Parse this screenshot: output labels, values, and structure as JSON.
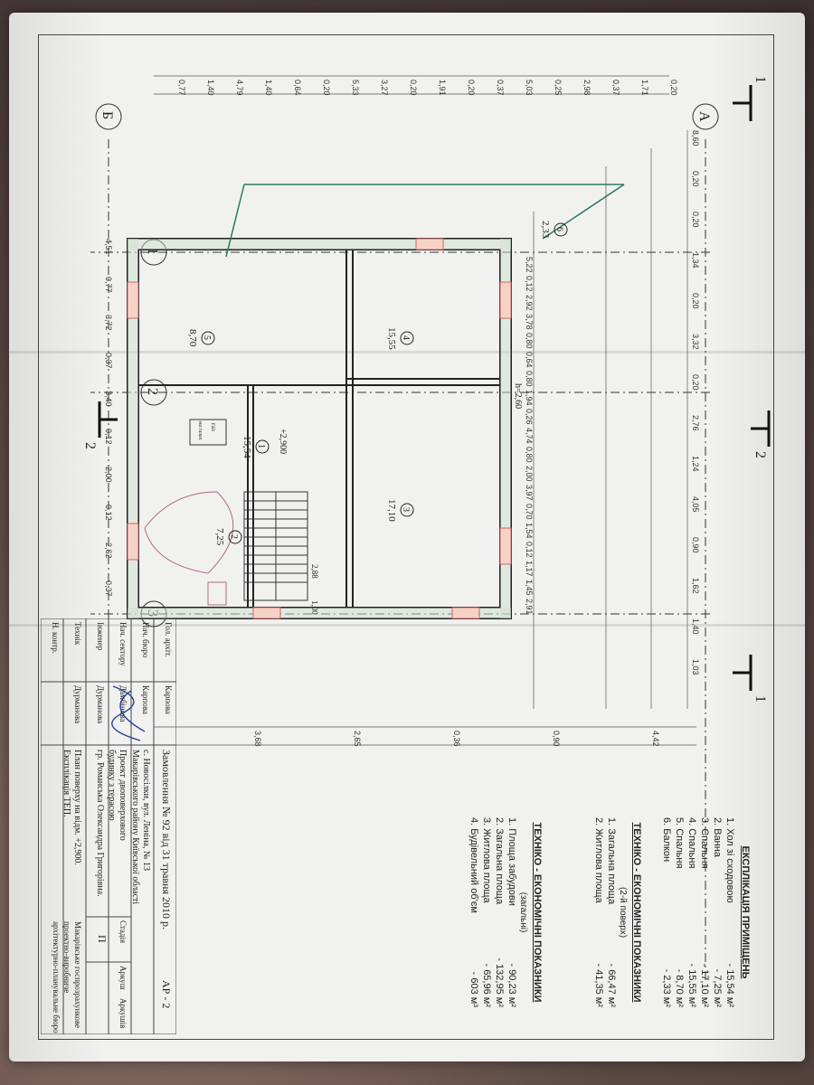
{
  "plan": {
    "axes_letters": [
      "А",
      "Б"
    ],
    "axes_numbers": [
      "1",
      "2",
      "3"
    ],
    "section_marks": [
      "1",
      "2"
    ],
    "height_label": "h=2,60",
    "level_label": "+2,900",
    "stair_labels": [
      "2,88",
      "1,00"
    ],
    "device_labels": [
      "газ",
      "на газах"
    ],
    "dims_top": [
      "8,60",
      "0,20",
      "0,20",
      "1,34",
      "0,20",
      "3,32",
      "0,20",
      "2,76",
      "1,24",
      "4,05",
      "0,90",
      "1,62",
      "1,40",
      "1,03"
    ],
    "dims_inner": [
      "5,22",
      "0,12",
      "2,92",
      "3,78",
      "0,80",
      "0,64",
      "0,80",
      "1,94",
      "0,26",
      "4,74",
      "0,80",
      "2,00",
      "3,97",
      "0,70",
      "1,54",
      "0,12",
      "1,17",
      "1,45",
      "2,91"
    ],
    "dims_left": [
      "0,20",
      "1,71",
      "0,37",
      "2,98",
      "0,25",
      "5,03",
      "0,37",
      "0,20",
      "1,91",
      "0,20",
      "3,27",
      "5,33",
      "0,20",
      "0,64",
      "1,40",
      "4,79",
      "1,40",
      "0,77"
    ],
    "dims_right": [
      "4,42",
      "0,90",
      "0,36",
      "2,65",
      "3,68"
    ],
    "dims_bottom": [
      "4,51",
      "0,77",
      "3,72",
      "0,37",
      "3,40",
      "0,12",
      "2,00",
      "0,12",
      "2,62",
      "0,37"
    ],
    "rooms": [
      {
        "num": "1",
        "area": "15,54"
      },
      {
        "num": "2",
        "area": "7,25"
      },
      {
        "num": "3",
        "area": "17,10"
      },
      {
        "num": "4",
        "area": "15,55"
      },
      {
        "num": "5",
        "area": "8,70"
      },
      {
        "num": "6",
        "area": "2,33"
      }
    ]
  },
  "explication": {
    "title": "ЕКСПЛІКАЦІЯ ПРИМІЩЕНЬ",
    "items": [
      {
        "name": "1. Хол зі сходовою",
        "value": "- 15,54 м²"
      },
      {
        "name": "2. Ванна",
        "value": "- 7,25 м²"
      },
      {
        "name": "3. Спальня",
        "value": "- 17,10 м²"
      },
      {
        "name": "4. Спальня",
        "value": "- 15,55 м²"
      },
      {
        "name": "5. Спальня",
        "value": "- 8,70 м²"
      },
      {
        "name": "6. Балкон",
        "value": "- 2,33 м²"
      }
    ]
  },
  "tech1": {
    "title": "ТЕХНІКО - ЕКОНОМІЧНІ ПОКАЗНИКИ",
    "subtitle": "(2-й поверх)",
    "items": [
      {
        "name": "1. Загальна площа",
        "value": "- 66,47 м²"
      },
      {
        "name": "2. Житлова площа",
        "value": "- 41,35 м²"
      }
    ]
  },
  "tech2": {
    "title": "ТЕХНІКО - ЕКОНОМІЧНІ ПОКАЗНИКИ",
    "subtitle": "(загальні)",
    "items": [
      {
        "name": "1. Площа забудови",
        "value": "- 90,23 м²"
      },
      {
        "name": "2. Загальна площа",
        "value": "- 132,95 м²"
      },
      {
        "name": "3. Житлова площа",
        "value": "- 65,96 м²"
      },
      {
        "name": "4. Будівельний об'єм",
        "value": "- 603 м³"
      }
    ]
  },
  "titleblock": {
    "order": "Замовлення № 92 від 31 травня 2010 р.",
    "sheet_code": "АР - 2",
    "address1": "с. Новосілки, вул. Леніна, № 13",
    "address2": "Макарівського району Київської області",
    "project1": "Проект двоповерхового",
    "project2": "будинку з терасою",
    "owner": "гр. Романська Олександра Григорівна.",
    "plan1": "План поверху на відм. +2,900.",
    "plan2": "Експлікація ТЕП.",
    "org1": "Макарівське госпрозрахункове",
    "org2": "проектно-виробниче",
    "org3": "архітектурно-планувальне бюро",
    "stage_hdr": "Стадія",
    "sheet_hdr": "Аркуш",
    "sheets_hdr": "Аркушів",
    "stage_val": "П",
    "roles": [
      "Гол. архіт.",
      "Нач. бюро",
      "Нач. сектору",
      "Інженер",
      "Технік",
      "Н. контр."
    ],
    "names": [
      "Карпова",
      "Карпова",
      "Дамбінова",
      "Дурманова",
      "Дурманова",
      ""
    ]
  }
}
